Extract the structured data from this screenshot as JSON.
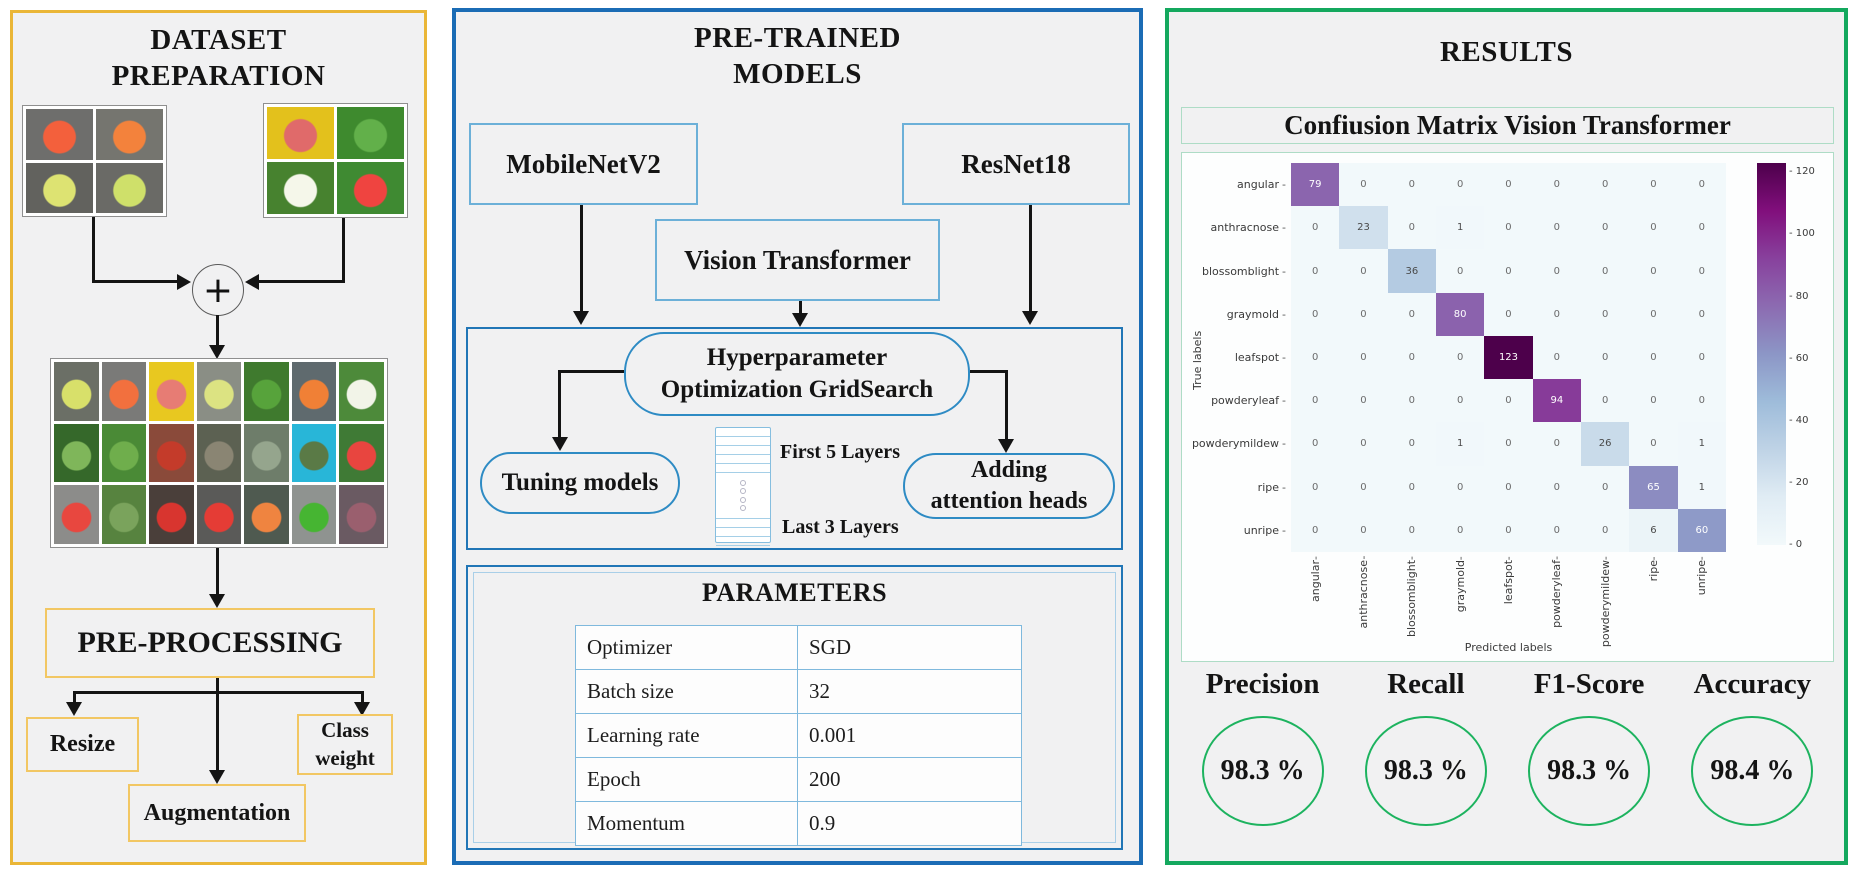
{
  "dataset_panel": {
    "title_line1": "DATASET",
    "title_line2": "PREPARATION",
    "plus_symbol": "+",
    "preprocessing_label": "PRE-PROCESSING",
    "resize_label": "Resize",
    "class_weight_line1": "Class",
    "class_weight_line2": "weight",
    "augmentation_label": "Augmentation",
    "grid_a_tiles": [
      {
        "bg": "#6e6e6c",
        "fruit": "#f3603c"
      },
      {
        "bg": "#75756f",
        "fruit": "#f3823c"
      },
      {
        "bg": "#62625e",
        "fruit": "#dde372"
      },
      {
        "bg": "#6a6a66",
        "fruit": "#cfe06a"
      }
    ],
    "grid_b_tiles": [
      {
        "bg": "#e3c11c",
        "fruit": "#e06a6a"
      },
      {
        "bg": "#3e8a2e",
        "fruit": "#62b04a"
      },
      {
        "bg": "#47822f",
        "fruit": "#f5f7ea"
      },
      {
        "bg": "#3f8a32",
        "fruit": "#ef4440"
      }
    ],
    "merged_grid_tiles": [
      {
        "bg": "#6b6f66",
        "fruit": "#d8e06a"
      },
      {
        "bg": "#7a7a78",
        "fruit": "#f2703e"
      },
      {
        "bg": "#e8c820",
        "fruit": "#e77c74"
      },
      {
        "bg": "#8a8e85",
        "fruit": "#dce382"
      },
      {
        "bg": "#3f7a2e",
        "fruit": "#57a33b"
      },
      {
        "bg": "#5f6a6e",
        "fruit": "#f08036"
      },
      {
        "bg": "#4d8a3a",
        "fruit": "#f2f4e8"
      },
      {
        "bg": "#35682a",
        "fruit": "#7fb65a"
      },
      {
        "bg": "#4a8a36",
        "fruit": "#6fae4c"
      },
      {
        "bg": "#8a4a3a",
        "fruit": "#c43b2a"
      },
      {
        "bg": "#5c6152",
        "fruit": "#8a8573"
      },
      {
        "bg": "#6e7d6a",
        "fruit": "#95a58d"
      },
      {
        "bg": "#28b6d8",
        "fruit": "#5a7a46"
      },
      {
        "bg": "#3f7a35",
        "fruit": "#e8453f"
      },
      {
        "bg": "#8c8c8a",
        "fruit": "#e8473f"
      },
      {
        "bg": "#57833f",
        "fruit": "#7aa35c"
      },
      {
        "bg": "#4a3f3a",
        "fruit": "#d8352f"
      },
      {
        "bg": "#5a5a58",
        "fruit": "#e53c35"
      },
      {
        "bg": "#4f5a50",
        "fruit": "#ef8440"
      },
      {
        "bg": "#8f9390",
        "fruit": "#46b532"
      },
      {
        "bg": "#6a5a62",
        "fruit": "#9a5f6e"
      }
    ]
  },
  "models_panel": {
    "title_line1": "PRE-TRAINED",
    "title_line2": "MODELS",
    "mobilenet_label": "MobileNetV2",
    "resnet_label": "ResNet18",
    "vit_label": "Vision Transformer",
    "hyperparameter_line1": "Hyperparameter",
    "hyperparameter_line2": "Optimization GridSearch",
    "tuning_label": "Tuning models",
    "attention_line1": "Adding",
    "attention_line2": "attention heads",
    "first_layers_label": "First 5 Layers",
    "last_layers_label": "Last 3 Layers",
    "parameters_title": "PARAMETERS",
    "parameters_rows": [
      {
        "name": "Optimizer",
        "value": "SGD"
      },
      {
        "name": "Batch size",
        "value": "32"
      },
      {
        "name": "Learning rate",
        "value": "0.001"
      },
      {
        "name": "Epoch",
        "value": "200"
      },
      {
        "name": "Momentum",
        "value": "0.9"
      }
    ]
  },
  "results_panel": {
    "title": "RESULTS",
    "metrics": [
      {
        "label": "Precision",
        "value": "98.3 %"
      },
      {
        "label": "Recall",
        "value": "98.3 %"
      },
      {
        "label": "F1-Score",
        "value": "98.3 %"
      },
      {
        "label": "Accuracy",
        "value": "98.4 %"
      }
    ]
  },
  "chart_data": {
    "type": "heatmap",
    "title": "Confiusion Matrix Vision Transformer",
    "xlabel": "Predicted labels",
    "ylabel": "True labels",
    "categories": [
      "angular",
      "anthracnose",
      "blossomblight",
      "graymold",
      "leafspot",
      "powderyleaf",
      "powderymildew",
      "ripe",
      "unripe"
    ],
    "matrix": [
      [
        79,
        0,
        0,
        0,
        0,
        0,
        0,
        0,
        0
      ],
      [
        0,
        23,
        0,
        1,
        0,
        0,
        0,
        0,
        0
      ],
      [
        0,
        0,
        36,
        0,
        0,
        0,
        0,
        0,
        0
      ],
      [
        0,
        0,
        0,
        80,
        0,
        0,
        0,
        0,
        0
      ],
      [
        0,
        0,
        0,
        0,
        123,
        0,
        0,
        0,
        0
      ],
      [
        0,
        0,
        0,
        0,
        0,
        94,
        0,
        0,
        0
      ],
      [
        0,
        0,
        0,
        1,
        0,
        0,
        26,
        0,
        1
      ],
      [
        0,
        0,
        0,
        0,
        0,
        0,
        0,
        65,
        1
      ],
      [
        0,
        0,
        0,
        0,
        0,
        0,
        0,
        6,
        60
      ]
    ],
    "vmin": 0,
    "vmax": 123,
    "colorbar_ticks": [
      0,
      20,
      40,
      60,
      80,
      100,
      120
    ],
    "colormap": "BuPu",
    "colormap_stops": [
      "#f2f9fb",
      "#e0ecf4",
      "#bfd3e6",
      "#9ebcda",
      "#8c96c6",
      "#8c6bb1",
      "#88419d",
      "#810f7c",
      "#4d004b"
    ],
    "legend_position": "right",
    "grid": false
  },
  "colors": {
    "dataset_border": "#eab637",
    "models_border": "#1b6cb5",
    "results_border": "#14a85e",
    "inner_box_border": "#2176b6",
    "light_box_border": "#6cb0d8",
    "pill_border": "#2e8bc4",
    "light_green_border": "#aedcc6",
    "metric_circle": "#1db35f",
    "panel_background": "#f1f1f2",
    "heatmap_background": "#eef7f9",
    "arrow": "#141414"
  }
}
